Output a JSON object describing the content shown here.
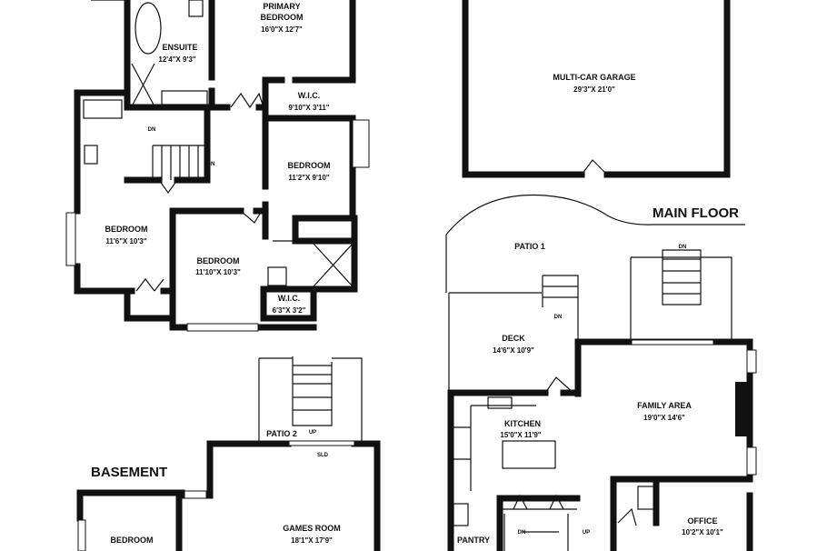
{
  "floors": {
    "main_floor": "MAIN FLOOR",
    "basement": "BASEMENT"
  },
  "upper_rooms": [
    {
      "name": "PRIMARY",
      "name2": "BEDROOM",
      "dims": "16'0\"X 12'7\""
    },
    {
      "name": "ENSUITE",
      "dims": "12'4\"X 9'3\""
    },
    {
      "name": "W.I.C.",
      "dims": "9'10\"X 3'11\""
    },
    {
      "name": "BEDROOM",
      "dims": "11'2\"X 9'10\""
    },
    {
      "name": "BEDROOM",
      "dims": "11'6\"X 10'3\""
    },
    {
      "name": "BEDROOM",
      "dims": "11'10\"X 10'3\""
    },
    {
      "name": "W.I.C.",
      "dims": "6'3\"X 3'2\""
    }
  ],
  "main_rooms": [
    {
      "name": "MULTI-CAR GARAGE",
      "dims": "29'3\"X 21'0\""
    },
    {
      "name": "PATIO 1"
    },
    {
      "name": "DECK",
      "dims": "14'6\"X 10'9\""
    },
    {
      "name": "FAMILY AREA",
      "dims": "19'0\"X 14'6\""
    },
    {
      "name": "KITCHEN",
      "dims": "15'0\"X 11'9\""
    },
    {
      "name": "OFFICE",
      "dims": "10'2\"X 10'1\""
    },
    {
      "name": "PANTRY"
    }
  ],
  "basement_rooms": [
    {
      "name": "GAMES ROOM",
      "dims": "18'1\"X 17'9\""
    },
    {
      "name": "BEDROOM"
    },
    {
      "name": "PATIO 2"
    }
  ],
  "stair_labels": {
    "dn": "DN",
    "up": "UP",
    "sld": "SLD"
  }
}
